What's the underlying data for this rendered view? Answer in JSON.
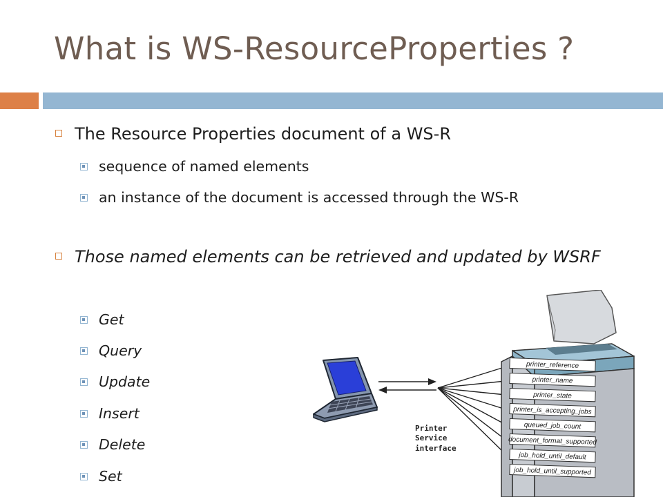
{
  "slide": {
    "title": "What is WS-ResourceProperties ?",
    "bullets": [
      {
        "text": "The Resource Properties document of a WS-R",
        "subs": [
          "sequence of named elements",
          "an instance of the document is accessed through the WS-R"
        ]
      },
      {
        "text": "Those named elements can be retrieved and updated by WSRF",
        "subs": [
          "Get",
          "Query",
          "Update",
          "Insert",
          "Delete",
          "Set"
        ]
      }
    ]
  },
  "illustration": {
    "interface_label": [
      "Printer",
      "Service",
      "interface"
    ],
    "properties": [
      "printer_reference",
      "printer_name",
      "printer_state",
      "printer_is_accepting_jobs",
      "queued_job_count",
      "document_format_supported",
      "job_hold_until_default",
      "job_hold_until_supported"
    ]
  },
  "colors": {
    "title": "#6f5d52",
    "accent_orange": "#dd8047",
    "accent_blue": "#94b6d2"
  }
}
